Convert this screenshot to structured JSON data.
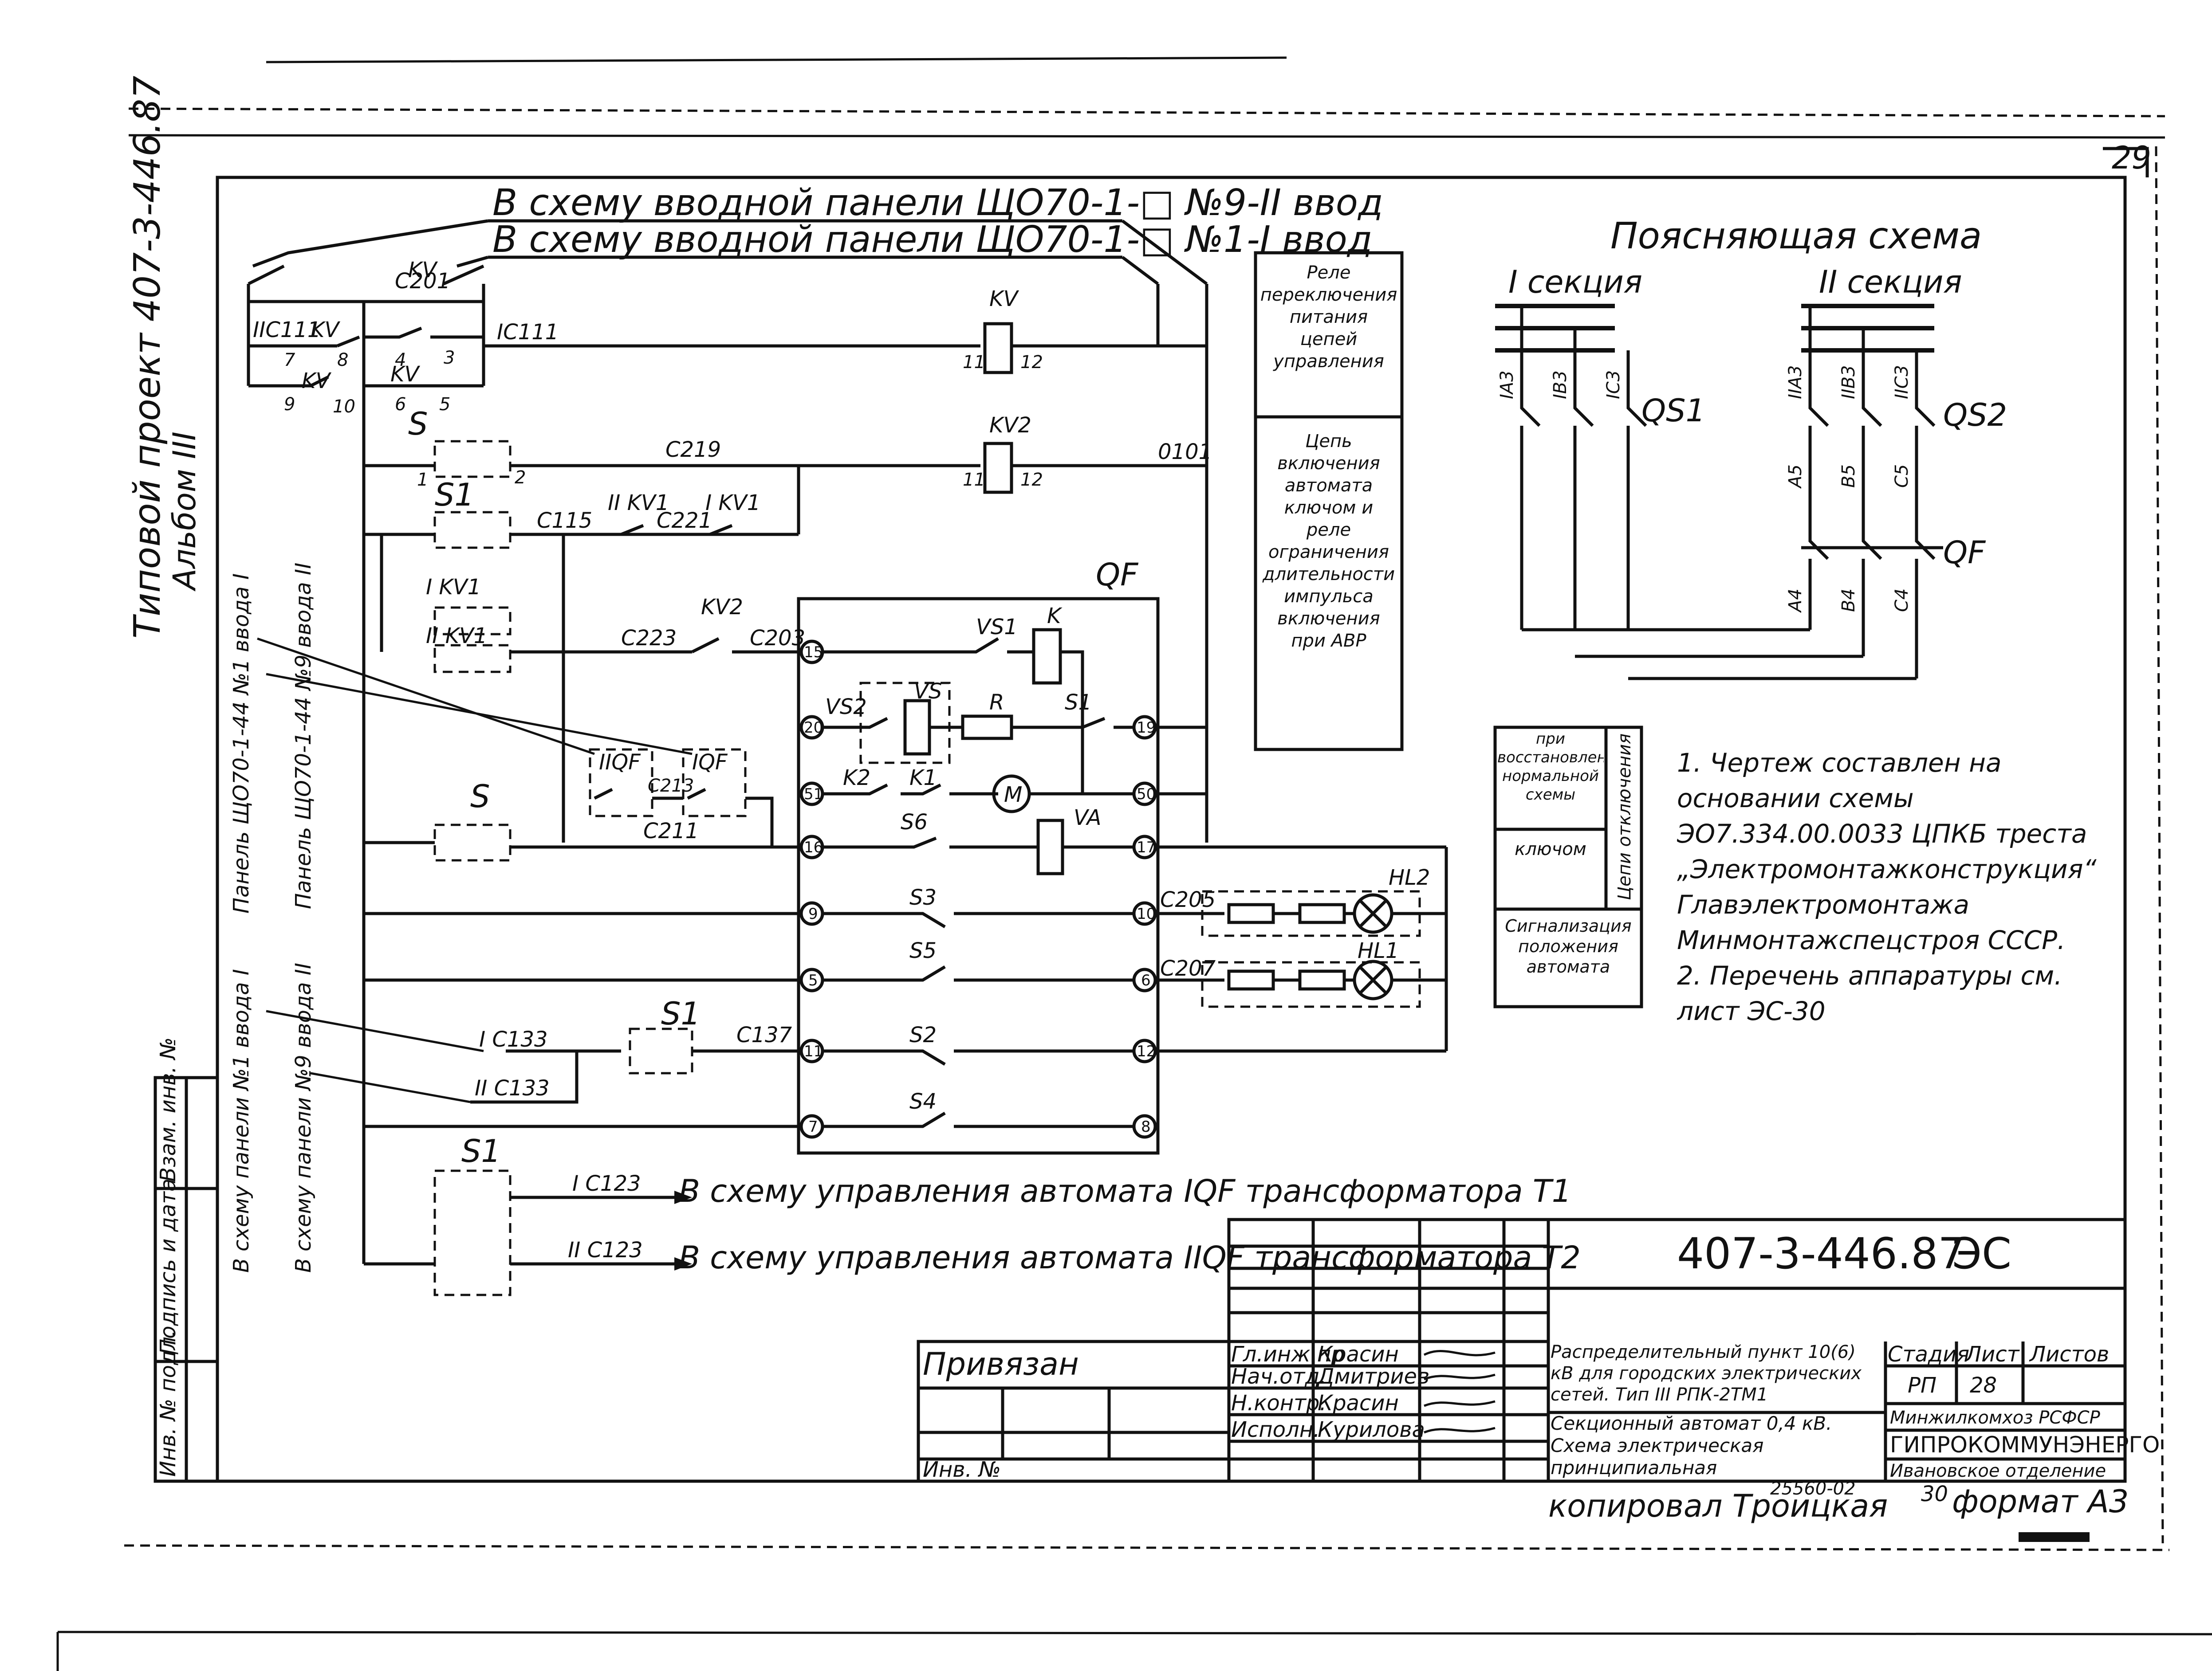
{
  "sheet": {
    "page_number": "29",
    "side_title": "Типовой проект 407-3-446.87",
    "side_album": "Альбом III"
  },
  "top": {
    "line1": "В схему вводной панели ЩО70-1-□ №9-II ввод",
    "line2": "В схему вводной панели ЩО70-1-□ №1-I ввод"
  },
  "labels": {
    "c201": "C201",
    "kv": "KV",
    "ic111": "IC111",
    "iic111": "IIC111",
    "s": "S",
    "s1": "S1",
    "c219": "C219",
    "c115": "C115",
    "c221": "C221",
    "ii_kv1": "II KV1",
    "i_kv1": "I KV1",
    "kv2": "KV2",
    "c223": "C223",
    "c203": "C203",
    "qf": "QF",
    "vs1": "VS1",
    "k": "K",
    "vs2": "VS2",
    "vs": "VS",
    "r": "R",
    "k2": "K2",
    "k1": "K1",
    "m": "M",
    "s6": "S6",
    "va": "VA",
    "iiqf": "IIQF",
    "iqf": "IQF",
    "c213": "C213",
    "c211": "C211",
    "s3": "S3",
    "s5": "S5",
    "s2": "S2",
    "s4": "S4",
    "c205": "C205",
    "c207": "C207",
    "hl2": "HL2",
    "hl1": "HL1",
    "ic133": "I C133",
    "iic133": "II C133",
    "c137": "C137",
    "ic123": "I C123",
    "iic123": "II C123",
    "d101": "0101",
    "panel_left1": "Панель ЩО70-1-44 №1 ввода I",
    "panel_left2": "Панель ЩО70-1-44 №9 ввода II",
    "scheme_left1": "В схему панели №1 ввода I",
    "scheme_left2": "В схему панели №9 ввода II",
    "dest1": "В схему управления автомата IQF трансформатора T1",
    "dest2": "В схему управления автомата IIQF трансформатора T2"
  },
  "functions": {
    "box1": "Реле переключения питания цепей управления",
    "box2": "Цепь включения автомата ключом и реле ограничения длительности импульса включения при АВР",
    "table_r1": "при восстановлении нормальной схемы",
    "table_r2": "ключом",
    "table_side": "Цепи отключения",
    "table_r3": "Сигнализация положения автомата"
  },
  "explanatory": {
    "title": "Поясняющая схема",
    "sec1": "I секция",
    "sec2": "II секция",
    "qs1": "QS1",
    "qs2": "QS2",
    "qf": "QF",
    "phases1": [
      "IA3",
      "IB3",
      "IC3"
    ],
    "phases2": [
      "IIA3",
      "IIB3",
      "IIC3"
    ],
    "mid": [
      "A5",
      "B5",
      "C5"
    ],
    "low": [
      "A4",
      "B4",
      "C4"
    ]
  },
  "notes": [
    "1. Чертеж составлен на основании схемы ЭО7.334.00.0033 ЦПКБ треста „Электромонтажконструкция“ Главэлектромонтажа Минмонтажспецстроя СССР.",
    "2. Перечень аппаратуры см. лист ЭС-30"
  ],
  "stamp": {
    "code": "407-3-446.87",
    "mark": "ЭС",
    "privyazan": "Привязан",
    "inv": "Инв. №",
    "roles": [
      "Гл.инж.пр",
      "Нач.отд.",
      "Н.контр.",
      "Исполн."
    ],
    "names": [
      "Красин",
      "Дмитриев",
      "Красин",
      "Курилова"
    ],
    "title1": "Распределительный пункт 10(6) кВ для городских электрических сетей. Тип III РПК-2ТМ1",
    "title2": "Секционный автомат 0,4 кВ. Схема электрическая принципиальная",
    "stage_h": "Стадия",
    "sheet_h": "Лист",
    "sheets_h": "Листов",
    "stage": "РП",
    "sheet": "28",
    "org1": "Минжилкомхоз РСФСР",
    "org2": "ГИПРОКОММУНЭНЕРГО",
    "org3": "Ивановское отделение",
    "copied": "копировал Троицкая",
    "copy_no": "25560-02",
    "sheet_no": "30",
    "format": "формат А3",
    "margin_labels": [
      "Инв. № подл.",
      "Подпись и дата",
      "Взам. инв. №"
    ]
  }
}
